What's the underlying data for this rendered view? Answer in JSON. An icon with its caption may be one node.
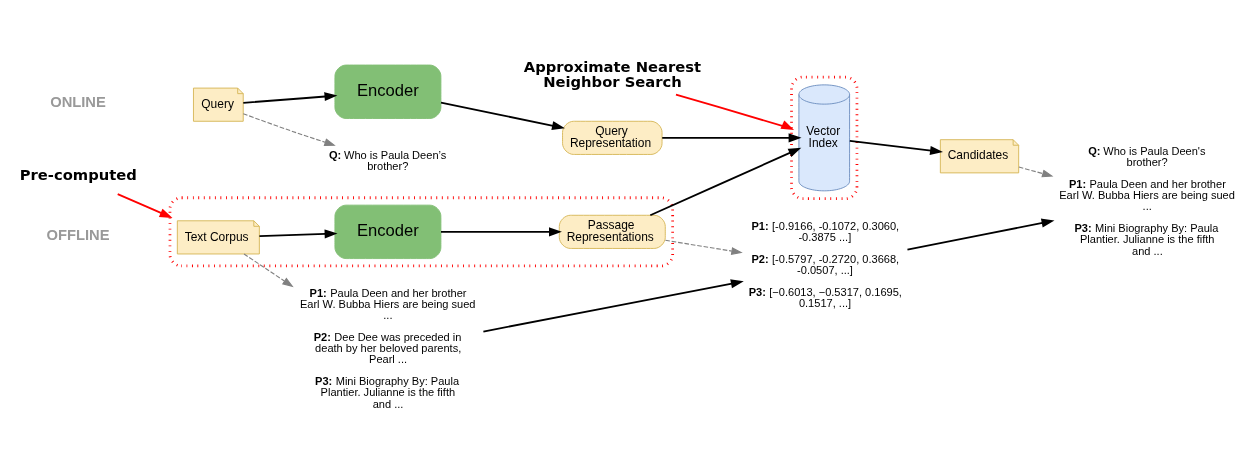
{
  "diagram": {
    "nodes": [
      {
        "text": [
          "**Q:** Who is Paula Deen’s brother?"
        ]
      },
      {
        "text": [
          "Query"
        ]
      },
      {
        "text": [
          "Encoder"
        ]
      },
      {
        "text": [
          "Query Representation"
        ]
      },
      {
        "text": [],
        "shape": "box"
      },
      {
        "text": [
          "Text Corpus"
        ],
        "in": 4
      },
      {
        "text": [
          "Encoder"
        ],
        "in": 4
      },
      {
        "text": [
          "Passage Representations"
        ],
        "in": 4
      },
      {
        "text": [],
        "shape": "box"
      },
      {
        "text": [
          "Vector Index"
        ],
        "in": 8
      },
      {
        "text": [
          "Candidates"
        ]
      },
      {
        "text": [
          "**P1:** Paula Deen and her brother Earl W. Bubba Hiers are being sued ...",
          "**P2:** Dee Dee was preceded in death by her beloved parents, Pearl ...",
          "**P3:** Mini Biography By: Paula Plantier. Julianne is the fifth and ..."
        ]
      },
      {
        "text": [
          "**P1:** [-0.9166, -0.1072, 0.3060, -0.3875 ...]",
          "**P2:** [-0.5797, -0.2720, 0.3668, -0.0507, ...]",
          "**P3:** [−0.6013, −0.5317, 0.1695, 0.1517, ...]"
        ]
      },
      {
        "text": [
          "**Q:** Who is Paula Deen's brother?",
          "**P1:** Paula Deen and her brother Earl W. Bubba Hiers are being sued ...",
          "**P3:** Mini Biography By: Paula Plantier. Julianne is the fifth and ..."
        ]
      },
      {
        "text": [
          "Pre-computed"
        ]
      },
      {
        "text": [
          "Approximate Nearest Neighbor Search"
        ]
      }
    ],
    "edges": [
      {
        "from": 1,
        "to": 0,
        "arrow": "to",
        "style": "dashed",
        "color": "#808080"
      },
      {
        "from": 1,
        "to": 2,
        "arrow": "to"
      },
      {
        "from": 2,
        "to": 3,
        "arrow": "to"
      },
      {
        "from": 3,
        "to": 9,
        "arrow": "to"
      },
      {
        "from": 5,
        "to": 6,
        "arrow": "to"
      },
      {
        "from": 6,
        "to": 7,
        "arrow": "to"
      },
      {
        "from": 7,
        "to": 9,
        "arrow": "to"
      },
      {
        "from": 9,
        "to": 10,
        "arrow": "to"
      },
      {
        "from": 5,
        "to": 11,
        "arrow": "to",
        "style": "dashed",
        "color": "#808080"
      },
      {
        "from": 7,
        "to": 12,
        "arrow": "to",
        "style": "dashed",
        "color": "#808080"
      },
      {
        "from": 10,
        "to": 13,
        "arrow": "to",
        "style": "dashed",
        "color": "#808080"
      },
      {
        "from": 11,
        "to": 12,
        "arrow": "to"
      },
      {
        "from": 12,
        "to": 13,
        "arrow": "to"
      },
      {
        "from": 14,
        "to": 4,
        "arrow": "to",
        "color": "#ff0000"
      },
      {
        "from": 15,
        "to": 8,
        "arrow": "to",
        "color": "#ff0000"
      }
    ],
    "labels": [
      "ONLINE",
      "OFFLINE"
    ]
  }
}
